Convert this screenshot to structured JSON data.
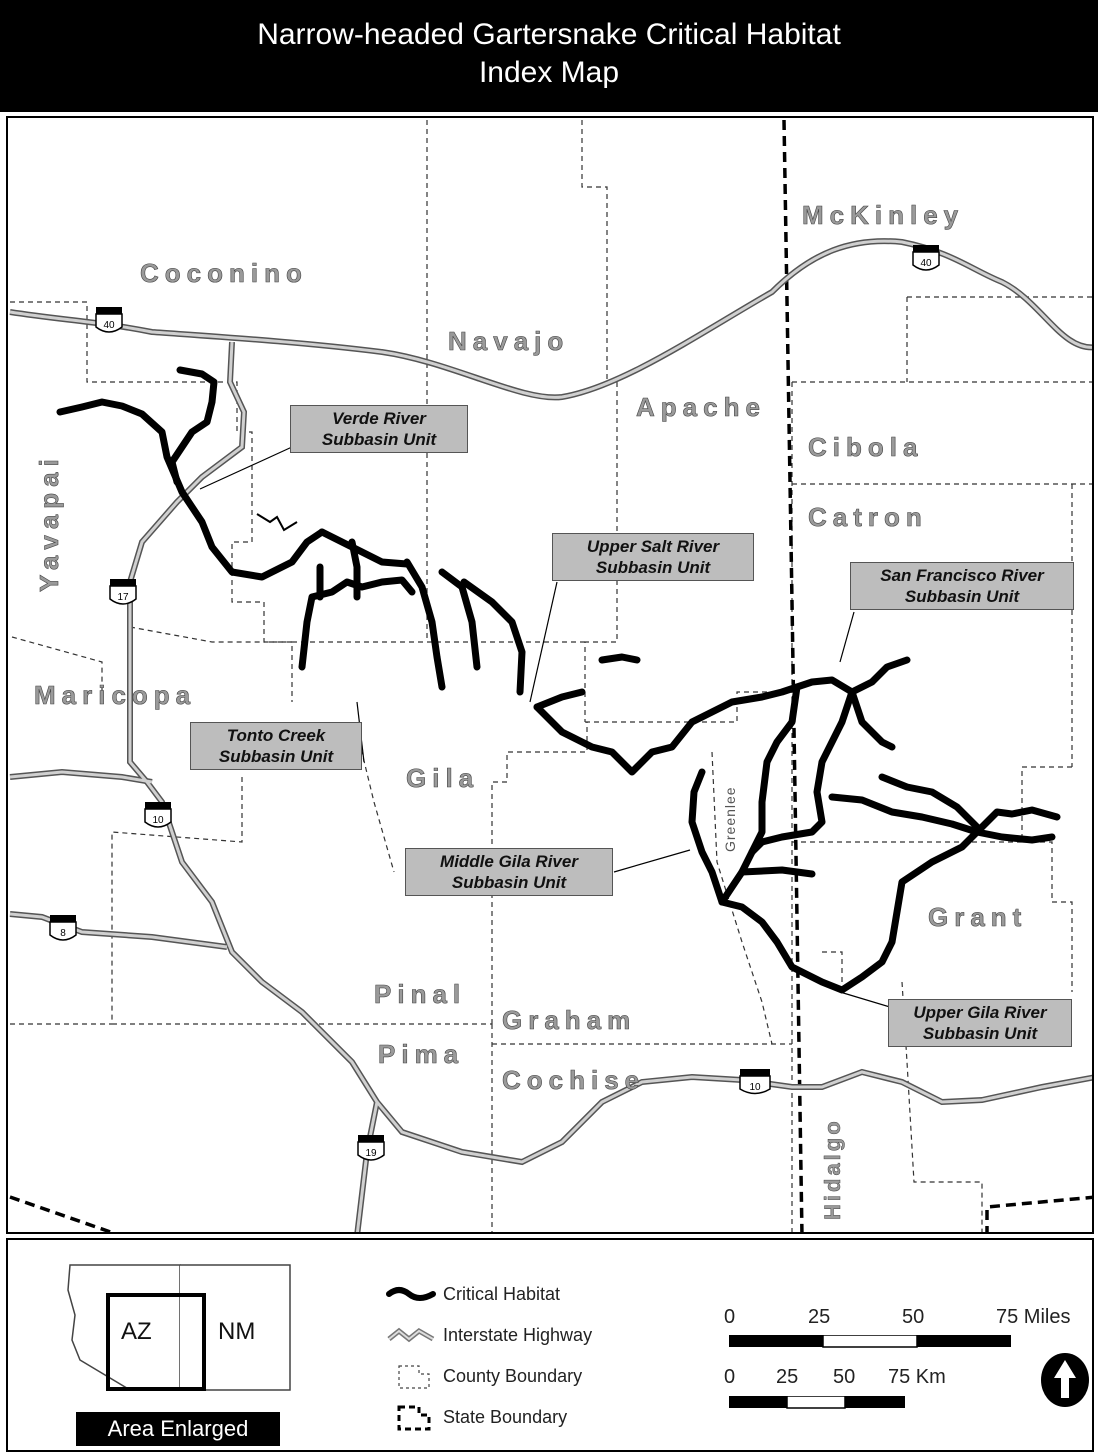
{
  "title": {
    "line1": "Narrow-headed Gartersnake Critical Habitat",
    "line2": "Index Map"
  },
  "counties": {
    "coconino": "Coconino",
    "navajo": "Navajo",
    "apache": "Apache",
    "mckinley": "McKinley",
    "cibola": "Cibola",
    "catron": "Catron",
    "yavapai": "Yavapai",
    "maricopa": "Maricopa",
    "gila": "Gila",
    "greenlee": "Greenlee",
    "grant": "Grant",
    "pinal": "Pinal",
    "graham": "Graham",
    "pima": "Pima",
    "cochise": "Cochise",
    "hidalgo": "Hidalgo"
  },
  "highways": {
    "i40_west": "40",
    "i40_east": "40",
    "i17": "17",
    "i10_west": "10",
    "i10_east": "10",
    "i8": "8",
    "i19": "19"
  },
  "units": {
    "verde": [
      "Verde River",
      "Subbasin Unit"
    ],
    "upper_salt": [
      "Upper Salt River",
      "Subbasin Unit"
    ],
    "san_francisco": [
      "San Francisco River",
      "Subbasin Unit"
    ],
    "tonto": [
      "Tonto Creek",
      "Subbasin Unit"
    ],
    "middle_gila": [
      "Middle Gila River",
      "Subbasin Unit"
    ],
    "upper_gila": [
      "Upper Gila River",
      "Subbasin Unit"
    ]
  },
  "legend": {
    "critical_habitat": "Critical Habitat",
    "interstate": "Interstate Highway",
    "county_boundary": "County Boundary",
    "state_boundary": "State Boundary"
  },
  "inset": {
    "az": "AZ",
    "nm": "NM",
    "caption": "Area Enlarged"
  },
  "scale": {
    "miles_ticks": [
      "0",
      "25",
      "50",
      "75 Miles"
    ],
    "km_ticks": [
      "0",
      "25",
      "50",
      "75 Km"
    ]
  },
  "icons": {
    "north_arrow": "north-arrow-icon"
  }
}
